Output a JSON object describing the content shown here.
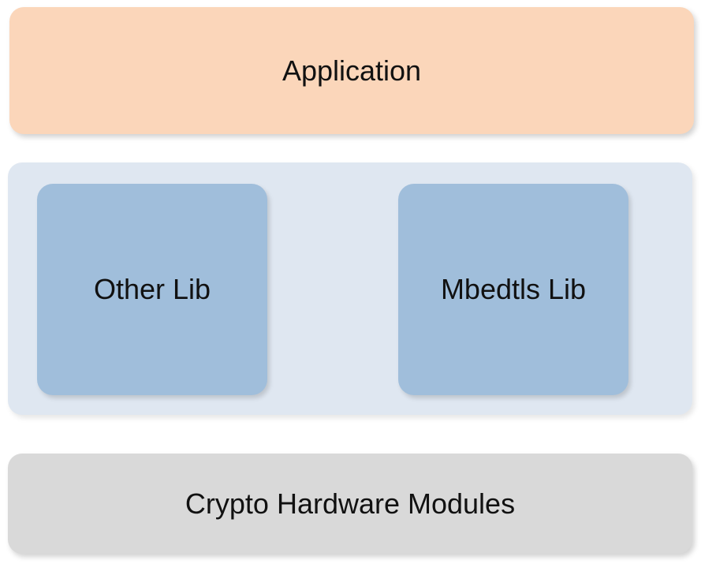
{
  "diagram": {
    "application": {
      "label": "Application",
      "color": "#fbd6ba"
    },
    "libraries": {
      "color": "#dfe7f1",
      "items": [
        {
          "label": "Other Lib",
          "color": "#a0bedb"
        },
        {
          "label": "Mbedtls Lib",
          "color": "#a0bedb"
        }
      ]
    },
    "hardware": {
      "label": "Crypto Hardware Modules",
      "color": "#d9d9d9"
    }
  }
}
